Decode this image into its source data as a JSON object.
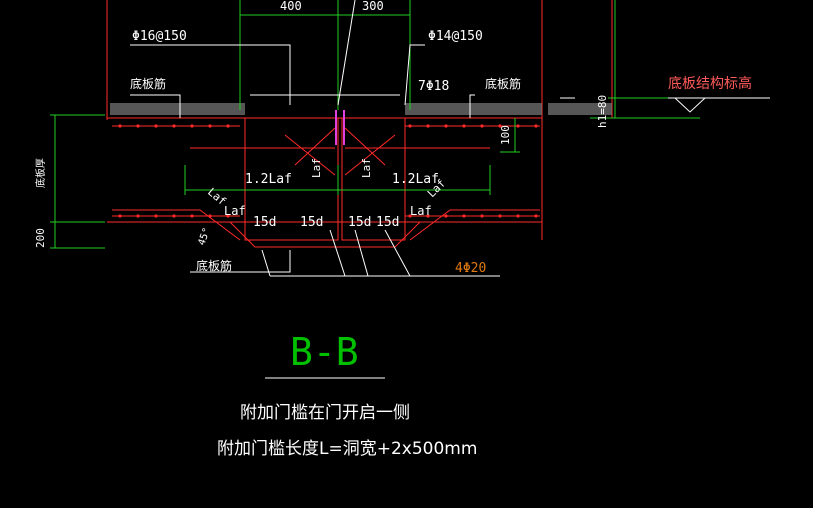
{
  "colors": {
    "background": "#000000",
    "white": "#ffffff",
    "red": "#ff2a2a",
    "green": "#22cc22",
    "yellow": "#e8e800",
    "orange": "#e07a10",
    "magenta": "#e040e0",
    "title_green": "#00c000",
    "pink_label": "#ff5a5a"
  },
  "dims": {
    "top_left": "400",
    "top_right": "300",
    "depth_label": "底板厚",
    "bottom_left": "200",
    "small_100": "100",
    "h1_80": "h1=80"
  },
  "rebar": {
    "bar_a": "Φ16@150",
    "bar_b": "Φ14@150",
    "bar_c": "7Φ18",
    "bar_d": "4Φ20",
    "slab_bar_left": "底板筋",
    "slab_bar_right": "底板筋",
    "slab_bar_bottom": "底板筋"
  },
  "anchor": {
    "lap_left": "1.2Laf",
    "lap_right": "1.2Laf",
    "laf_a": "Laf",
    "laf_b": "Laf",
    "laf_c": "Laf",
    "laf_d": "Laf",
    "laf_e": "Laf",
    "laf_f": "Laf",
    "d15_1": "15d",
    "d15_2": "15d",
    "d15_3": "15d",
    "d15_4": "15d",
    "angle": "45°"
  },
  "elevation_label": "底板结构标高",
  "section_title": "B-B",
  "notes": {
    "line1": "附加门槛在门开启一侧",
    "line2": "附加门槛长度L=洞宽+2x500mm"
  }
}
